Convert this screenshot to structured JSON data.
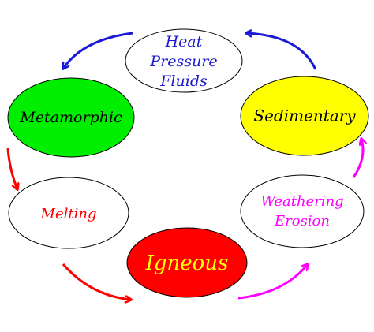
{
  "diagram": {
    "nodes": {
      "heat_pressure_fluids": {
        "lines": [
          "Heat",
          "Pressure",
          "Fluids"
        ],
        "fill": "#ffffff",
        "text_color": "#1a1acc"
      },
      "sedimentary": {
        "lines": [
          "Sedimentary"
        ],
        "fill": "#ffff00",
        "text_color": "#000000"
      },
      "weathering_erosion": {
        "lines": [
          "Weathering",
          "Erosion"
        ],
        "fill": "#ffffff",
        "text_color": "#ff00ff"
      },
      "igneous": {
        "lines": [
          "Igneous"
        ],
        "fill": "#ff0000",
        "text_color": "#ffff00"
      },
      "melting": {
        "lines": [
          "Melting"
        ],
        "fill": "#ffffff",
        "text_color": "#ff0000"
      },
      "metamorphic": {
        "lines": [
          "Metamorphic"
        ],
        "fill": "#00ee00",
        "text_color": "#000000"
      }
    },
    "arrow_colors": {
      "blue": "#1a1ad6",
      "red": "#ff0000",
      "magenta": "#ff00ff"
    }
  }
}
